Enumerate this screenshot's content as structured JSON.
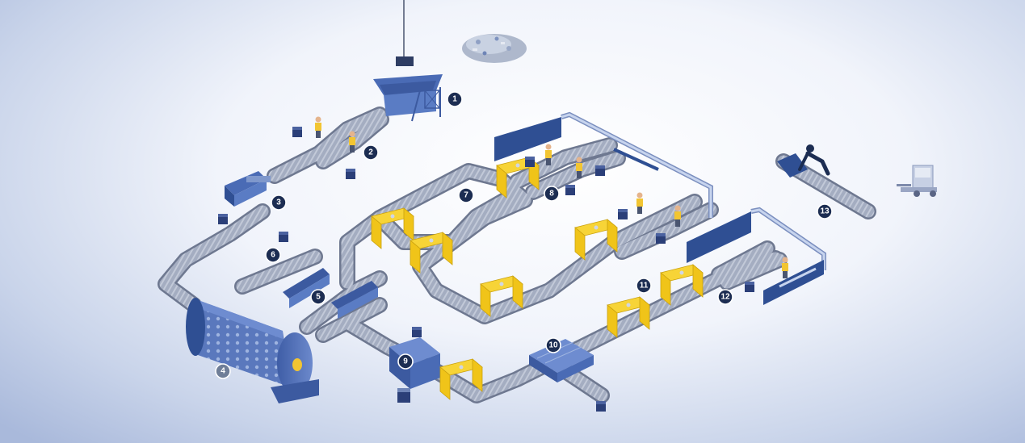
{
  "diagram": {
    "stations": [
      {
        "id": "1",
        "label": "1"
      },
      {
        "id": "2",
        "label": "2"
      },
      {
        "id": "3",
        "label": "3"
      },
      {
        "id": "4",
        "label": "4"
      },
      {
        "id": "5",
        "label": "5"
      },
      {
        "id": "6",
        "label": "6"
      },
      {
        "id": "7",
        "label": "7"
      },
      {
        "id": "8",
        "label": "8"
      },
      {
        "id": "9",
        "label": "9"
      },
      {
        "id": "10",
        "label": "10"
      },
      {
        "id": "11",
        "label": "11"
      },
      {
        "id": "12",
        "label": "12"
      },
      {
        "id": "13",
        "label": "13"
      }
    ]
  },
  "colors": {
    "belt": "#9aa3b8",
    "belt_edge": "#6e7890",
    "gate": "#f0c419",
    "machine": "#4a6bb5",
    "wall": "#2f4f93",
    "badge": "#1c2d52"
  }
}
